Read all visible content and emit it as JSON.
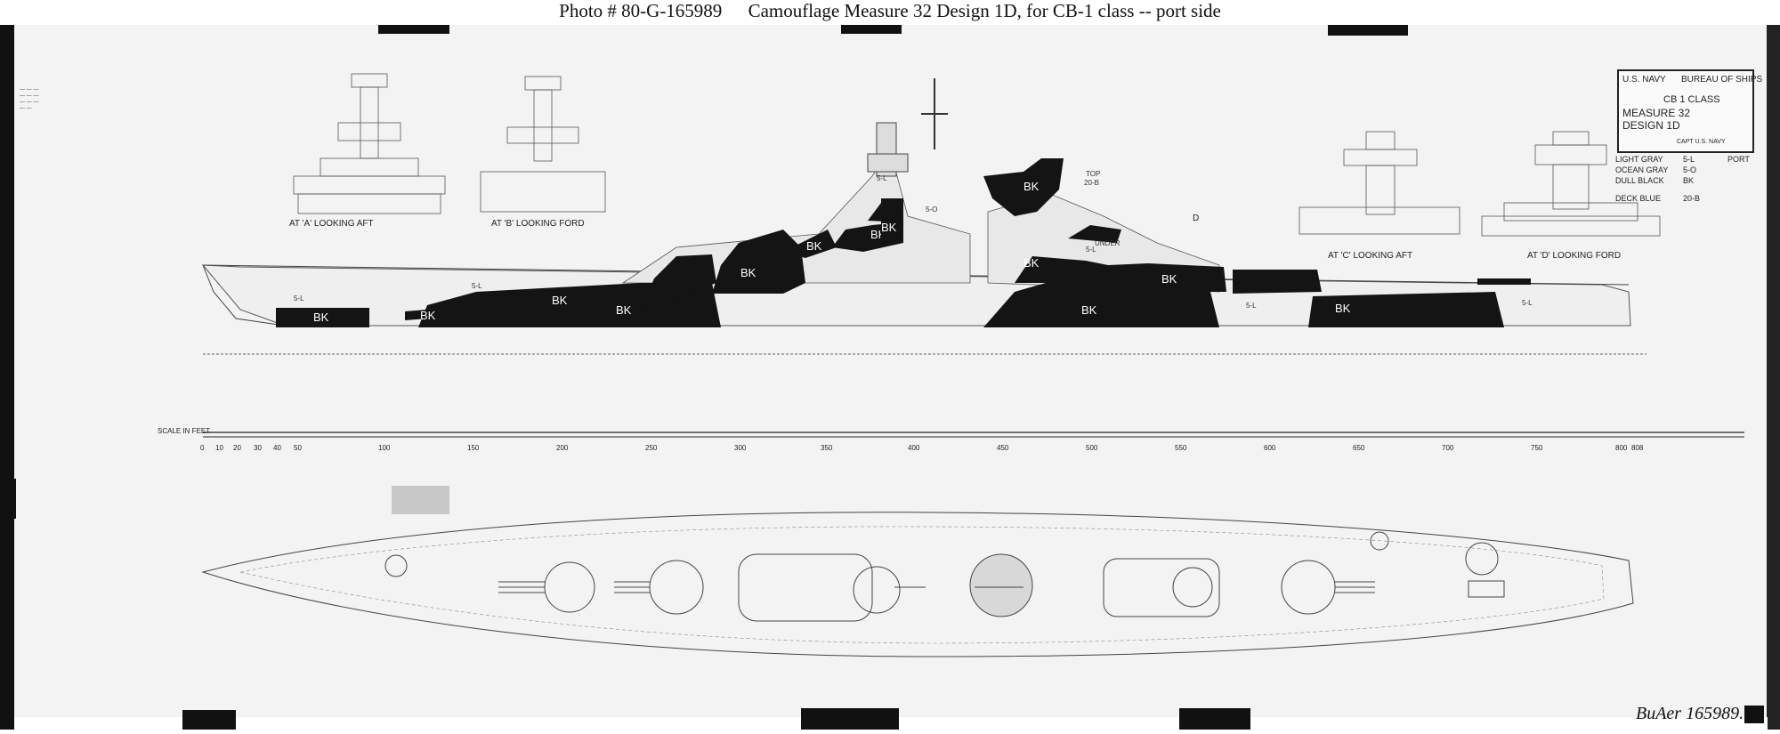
{
  "header": {
    "photo_no": "Photo #  80-G-165989",
    "caption": "Camouflage Measure 32 Design 1D, for CB-1 class -- port side"
  },
  "title_block": {
    "navy": "U.S. NAVY",
    "bureau": "BUREAU OF SHIPS",
    "ship_class": "CB 1 CLASS",
    "measure": "MEASURE 32",
    "design": "DESIGN 1D",
    "approved": "CAPT U.S. NAVY"
  },
  "legend": {
    "side": "PORT",
    "colors": [
      {
        "name": "LIGHT GRAY",
        "code": "5-L",
        "hex": "#dcdcdc"
      },
      {
        "name": "OCEAN GRAY",
        "code": "5-O",
        "hex": "#8a8d90"
      },
      {
        "name": "DULL BLACK",
        "code": "BK",
        "hex": "#141414"
      },
      {
        "name": "DECK BLUE",
        "code": "20-B",
        "hex": "#3c4a5a"
      }
    ]
  },
  "views": {
    "a_aft": "AT 'A' LOOKING AFT",
    "b_fwd": "AT 'B' LOOKING FORD",
    "c_aft": "AT 'C' LOOKING AFT",
    "d_fwd": "AT 'D' LOOKING FORD"
  },
  "patch_labels": {
    "bk": "BK",
    "sl": "5-L",
    "so": "5-O",
    "top": "TOP",
    "under": "UNDER",
    "d_mark": "D",
    "top_20b": "20-B"
  },
  "scale": {
    "label": "SCALE IN FEET",
    "ticks": [
      "0",
      "10",
      "20",
      "30",
      "40",
      "50",
      "100",
      "150",
      "200",
      "250",
      "300",
      "350",
      "400",
      "450",
      "500",
      "550",
      "600",
      "650",
      "700",
      "750",
      "800",
      "808"
    ]
  },
  "footer": {
    "bufaer": "BuAer 165989."
  }
}
